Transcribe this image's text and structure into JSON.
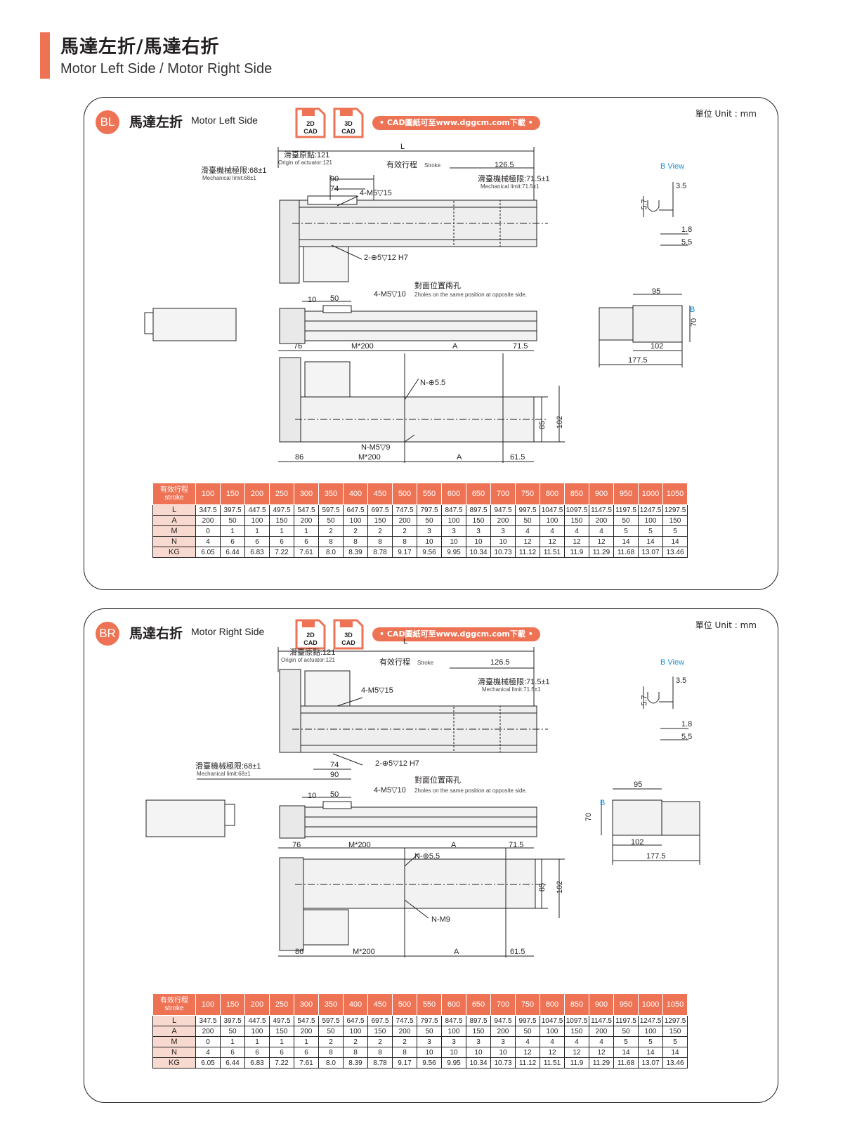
{
  "header": {
    "title_cn": "馬達左折/馬達右折",
    "title_en": "Motor Left Side / Motor Right Side"
  },
  "colors": {
    "accent": "#ee7355",
    "row_label_bg": "#f7d9cf",
    "view_label": "#1a8fd8"
  },
  "panels": [
    {
      "badge": "BL",
      "title_cn": "馬達左折",
      "title_en": "Motor Left Side",
      "unit": "單位 Unit : mm",
      "cad_2d": [
        "2D",
        "CAD"
      ],
      "cad_3d": [
        "3D",
        "CAD"
      ],
      "download": "•  CAD圖紙可至www.dggcm.com下載  •",
      "labels": {
        "L": "L",
        "origin_cn": "滑臺原點:121",
        "origin_en": "Origin of actuator:121",
        "mech_left_cn": "滑臺機械極限:68±1",
        "mech_left_en": "Mechanical limit:68±1",
        "stroke_cn": "有效行程",
        "stroke_en": "Stroke",
        "d1265": "126.5",
        "mech_right_cn": "滑臺機械極限:71.5±1",
        "mech_right_en": "Mechanical limit:71.5±1",
        "d90": "90",
        "d74": "74",
        "m5_15": "4-M5▽15",
        "pin": "2-⊕5▽12 H7",
        "opposite_cn": "對面位置兩孔",
        "opposite_en": "2holes on the same position at opposite side.",
        "m5_10": "4-M5▽10",
        "d10": "10",
        "d50": "50",
        "bview": "B  View",
        "d35": "3.5",
        "d57": "5.7",
        "d18": "1.8",
        "d55": "5.5",
        "d95": "95",
        "d70": "70",
        "b": "B",
        "d102": "102",
        "d1775": "177.5",
        "d76": "76",
        "m200": "M*200",
        "a": "A",
        "d715": "71.5",
        "n55": "N-⊕5.5",
        "d85": "85",
        "d102b": "102",
        "nm5": "N-M5▽9",
        "d86": "86",
        "m200b": "M*200",
        "a2": "A",
        "d615": "61.5"
      }
    },
    {
      "badge": "BR",
      "title_cn": "馬達右折",
      "title_en": "Motor Right Side",
      "unit": "單位 Unit : mm",
      "cad_2d": [
        "2D",
        "CAD"
      ],
      "cad_3d": [
        "3D",
        "CAD"
      ],
      "download": "•  CAD圖紙可至www.dggcm.com下載  •",
      "labels": {
        "L": "L",
        "origin_cn": "滑臺原點:121",
        "origin_en": "Origin of actuator:121",
        "mech_left_cn": "滑臺機械極限:68±1",
        "mech_left_en": "Mechanical limit:68±1",
        "stroke_cn": "有效行程",
        "stroke_en": "Stroke",
        "d1265": "126.5",
        "mech_right_cn": "滑臺機械極限:71.5±1",
        "mech_right_en": "Mechanical limit:71.5±1",
        "d90": "90",
        "d74": "74",
        "m5_15": "4-M5▽15",
        "pin": "2-⊕5▽12 H7",
        "opposite_cn": "對面位置兩孔",
        "opposite_en": "2holes on the same position at opposite side.",
        "m5_10": "4-M5▽10",
        "d10": "10",
        "d50": "50",
        "bview": "B  View",
        "d35": "3.5",
        "d57": "5.7",
        "d18": "1.8",
        "d55": "5.5",
        "d95": "95",
        "d70": "70",
        "b": "B",
        "d102": "102",
        "d1775": "177.5",
        "d76": "76",
        "m200": "M*200",
        "a": "A",
        "d715": "71.5",
        "n55": "N-⊕5.5",
        "d85": "85",
        "d102b": "102",
        "nm5": "N-M9",
        "d86": "86",
        "m200b": "M*200",
        "a2": "A",
        "d615": "61.5"
      }
    }
  ],
  "table": {
    "header_cn": "有效行程",
    "header_en": "stroke",
    "strokes": [
      "100",
      "150",
      "200",
      "250",
      "300",
      "350",
      "400",
      "450",
      "500",
      "550",
      "600",
      "650",
      "700",
      "750",
      "800",
      "850",
      "900",
      "950",
      "1000",
      "1050"
    ],
    "rows": [
      {
        "label": "L",
        "values": [
          "347.5",
          "397.5",
          "447.5",
          "497.5",
          "547.5",
          "597.5",
          "647.5",
          "697.5",
          "747.5",
          "797.5",
          "847.5",
          "897.5",
          "947.5",
          "997.5",
          "1047.5",
          "1097.5",
          "1147.5",
          "1197.5",
          "1247.5",
          "1297.5"
        ]
      },
      {
        "label": "A",
        "values": [
          "200",
          "50",
          "100",
          "150",
          "200",
          "50",
          "100",
          "150",
          "200",
          "50",
          "100",
          "150",
          "200",
          "50",
          "100",
          "150",
          "200",
          "50",
          "100",
          "150"
        ]
      },
      {
        "label": "M",
        "values": [
          "0",
          "1",
          "1",
          "1",
          "1",
          "2",
          "2",
          "2",
          "2",
          "3",
          "3",
          "3",
          "3",
          "4",
          "4",
          "4",
          "4",
          "5",
          "5",
          "5"
        ]
      },
      {
        "label": "N",
        "values": [
          "4",
          "6",
          "6",
          "6",
          "6",
          "8",
          "8",
          "8",
          "8",
          "10",
          "10",
          "10",
          "10",
          "12",
          "12",
          "12",
          "12",
          "14",
          "14",
          "14"
        ]
      },
      {
        "label": "KG",
        "values": [
          "6.05",
          "6.44",
          "6.83",
          "7.22",
          "7.61",
          "8.0",
          "8.39",
          "8.78",
          "9.17",
          "9.56",
          "9.95",
          "10.34",
          "10.73",
          "11.12",
          "11.51",
          "11.9",
          "11.29",
          "11.68",
          "13.07",
          "13.46"
        ]
      }
    ]
  }
}
